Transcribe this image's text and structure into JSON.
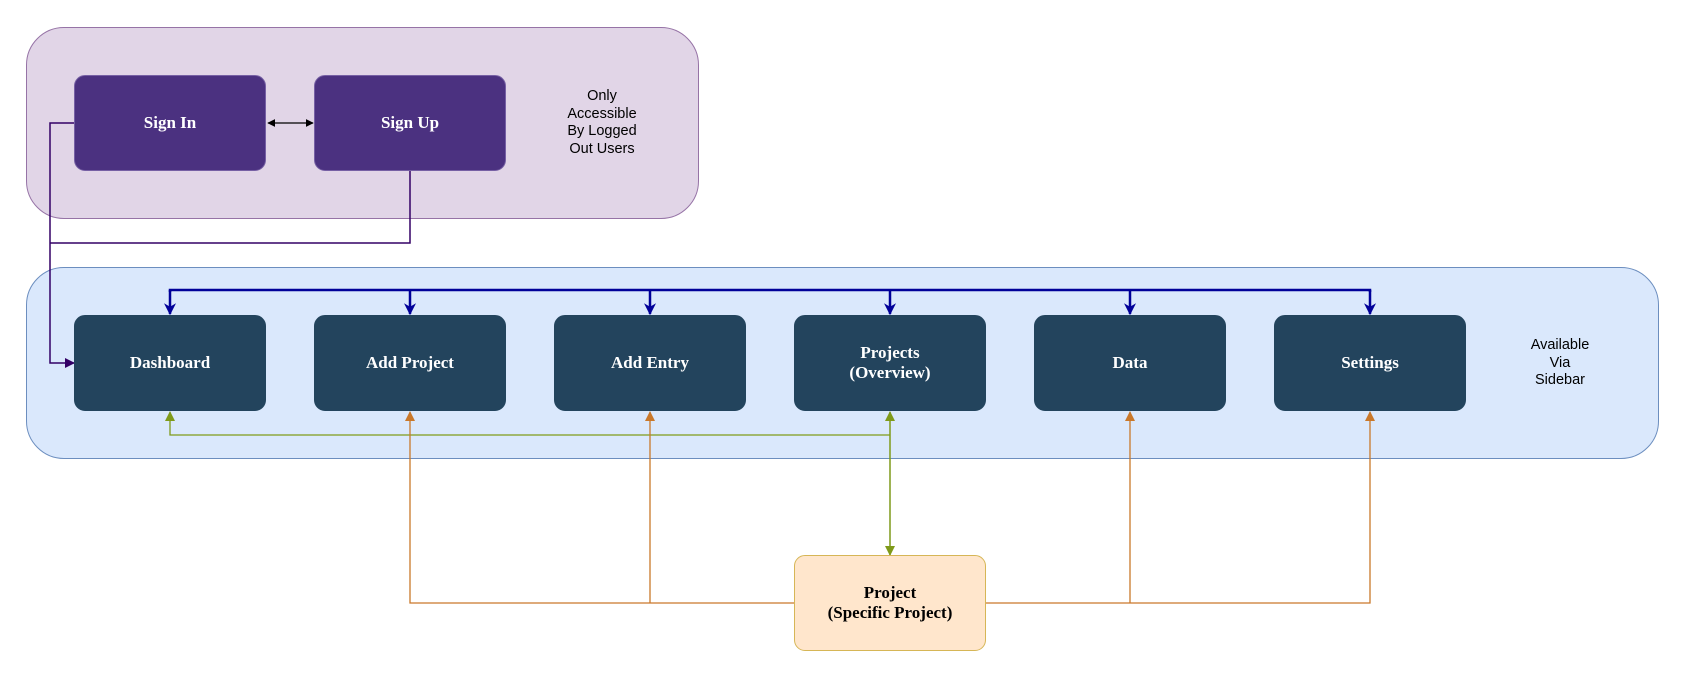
{
  "groups": {
    "auth": {
      "note": "Only\nAccessible\nBy Logged\nOut Users",
      "fill": "#e1d5e7",
      "stroke": "#9673a6"
    },
    "sidebar": {
      "note": "Available\nVia\nSidebar",
      "fill": "#dae8fc",
      "stroke": "#6c8ebf"
    }
  },
  "nodes": {
    "sign_in": "Sign In",
    "sign_up": "Sign Up",
    "dashboard": "Dashboard",
    "add_project": "Add Project",
    "add_entry": "Add Entry",
    "projects_overview": "Projects\n(Overview)",
    "data": "Data",
    "settings": "Settings",
    "project_specific": "Project\n(Specific Project)"
  },
  "colors": {
    "auth_node": "#4b3180",
    "sidebar_node": "#23445d",
    "project_node": "#ffe6cc",
    "sidebar_arrows": "#000099",
    "login_arrows": "#330066",
    "overview_arrows": "#7f9a1a",
    "project_arrows": "#c9782a",
    "signin_signup_arrow": "#000000"
  }
}
